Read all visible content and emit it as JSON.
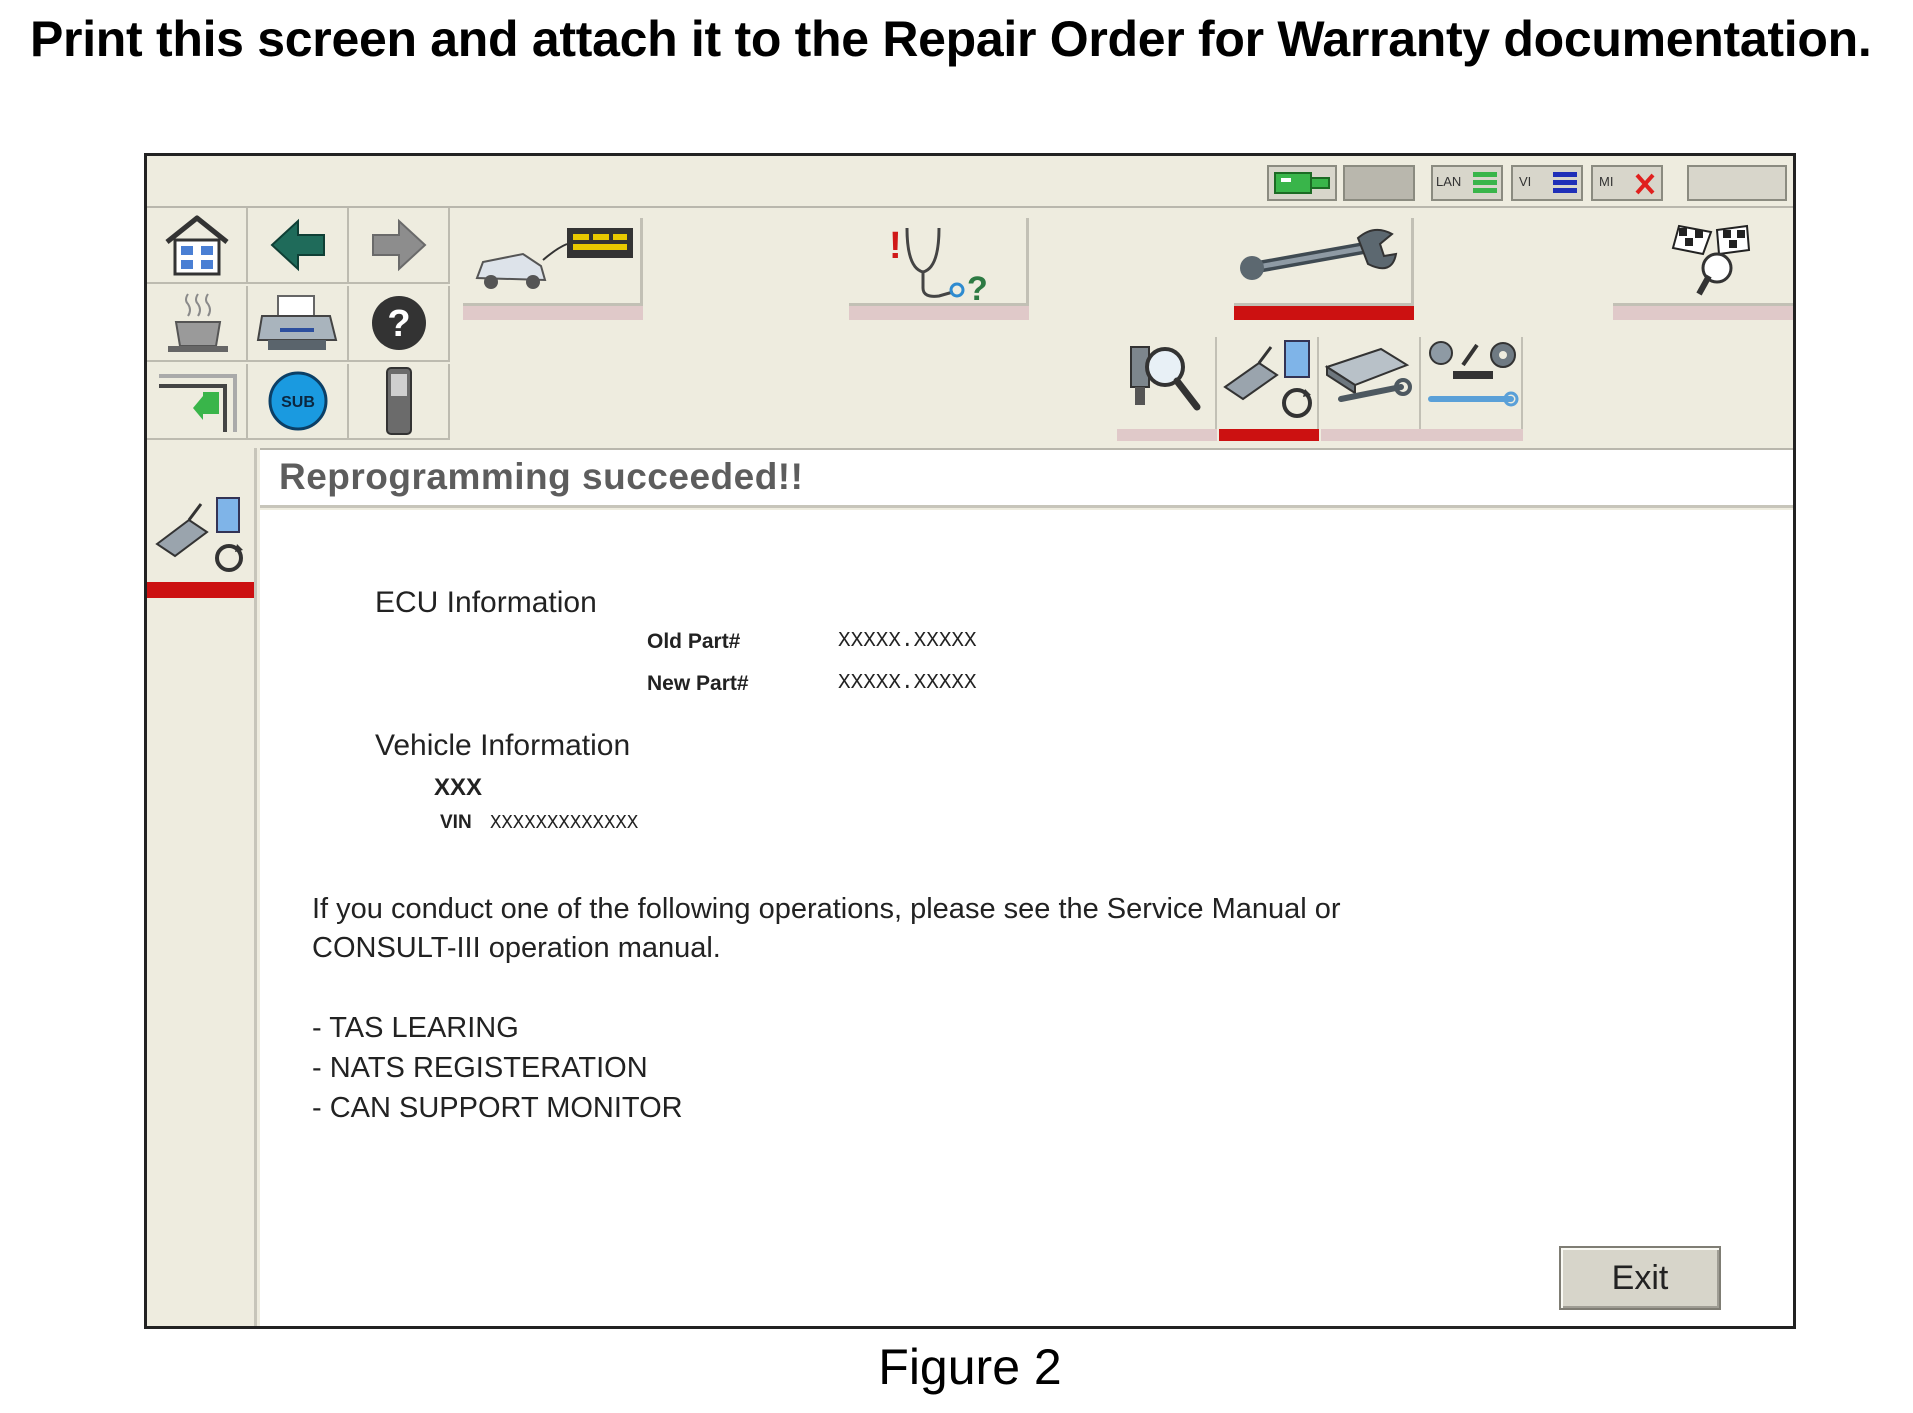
{
  "instruction": "Print this screen and attach it to the Repair Order for Warranty documentation.",
  "caption": "Figure 2",
  "status": {
    "lan_label": "LAN",
    "vi_label": "VI",
    "mi_label": "MI"
  },
  "nav": {
    "sub_label": "SUB"
  },
  "page": {
    "title": "Reprogramming succeeded!!"
  },
  "ecu": {
    "heading": "ECU Information",
    "old_part_label": "Old Part#",
    "old_part_value": "XXXXX.XXXXX",
    "new_part_label": "New Part#",
    "new_part_value": "XXXXX.XXXXX"
  },
  "vehicle": {
    "heading": "Vehicle Information",
    "model": "XXX",
    "vin_label": "VIN",
    "vin_value": "XXXXXXXXXXXXX"
  },
  "message": {
    "line1": "If you conduct one of  the following operations, please see the Service Manual or",
    "line2": "CONSULT-III operation manual.",
    "operations": [
      "- TAS LEARING",
      "- NATS REGISTERATION",
      "- CAN SUPPORT MONITOR"
    ]
  },
  "exit_label": "Exit",
  "colors": {
    "active_tab": "#cc1111",
    "inactive_tab": "#e0c9c9",
    "panel_bg": "#eeecdf",
    "content_bg": "#ffffff"
  }
}
